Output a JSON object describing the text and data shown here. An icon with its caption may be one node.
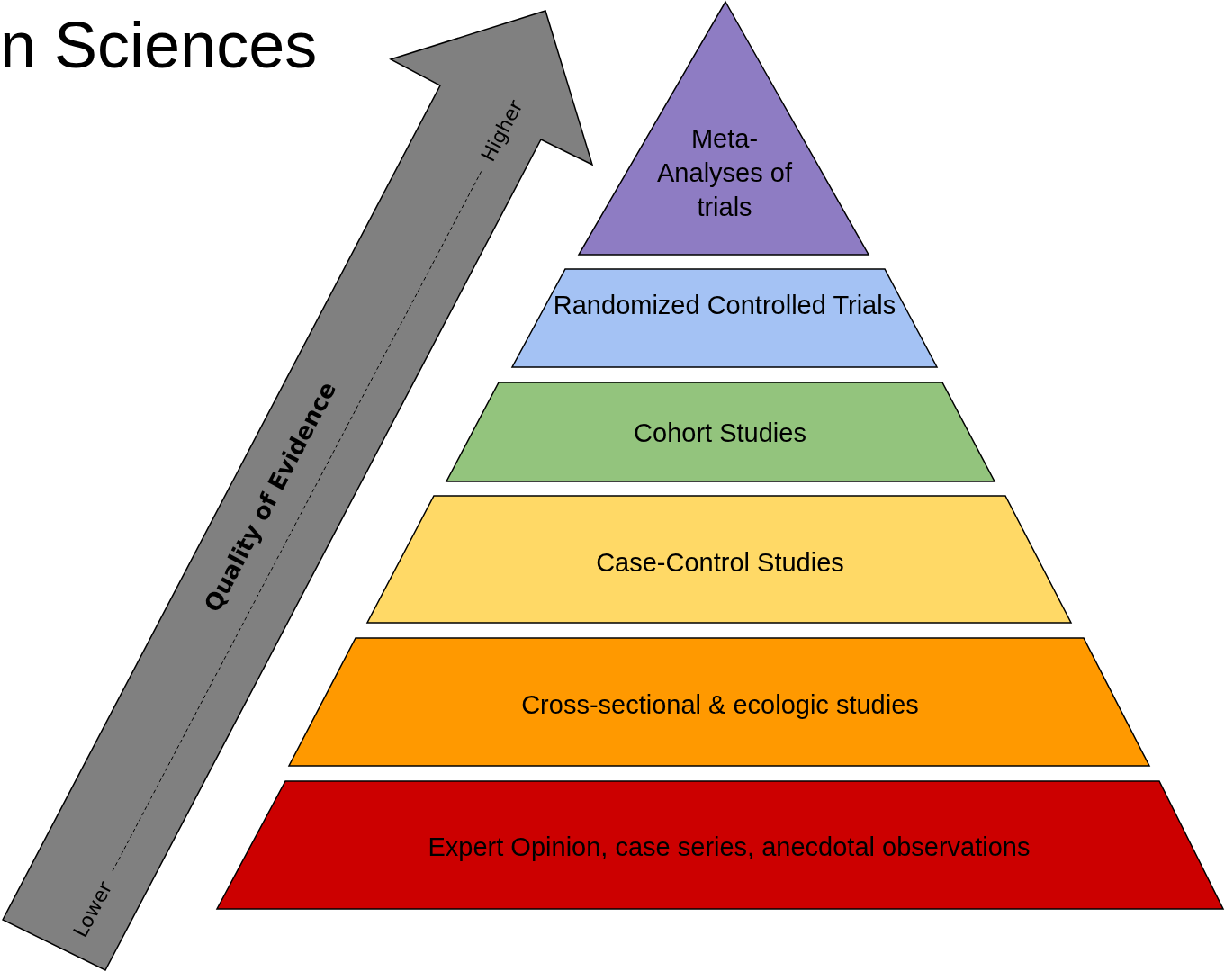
{
  "diagram": {
    "title": "n Sciences",
    "nodes": [
      {
        "text": [
          "Meta- Analyses of trials"
        ]
      },
      {
        "text": [
          "Randomized Controlled Trials"
        ]
      },
      {
        "text": [
          "Cohort Studies"
        ]
      },
      {
        "text": [
          "Case-Control Studies"
        ]
      },
      {
        "text": [
          "Cross-sectional & ecologic studies"
        ]
      },
      {
        "text": [
          "Expert Opinion, case series, anecdotal observations"
        ]
      },
      {
        "text": [
          "Quality of Evidence",
          "Lower",
          "Higher"
        ]
      }
    ]
  }
}
